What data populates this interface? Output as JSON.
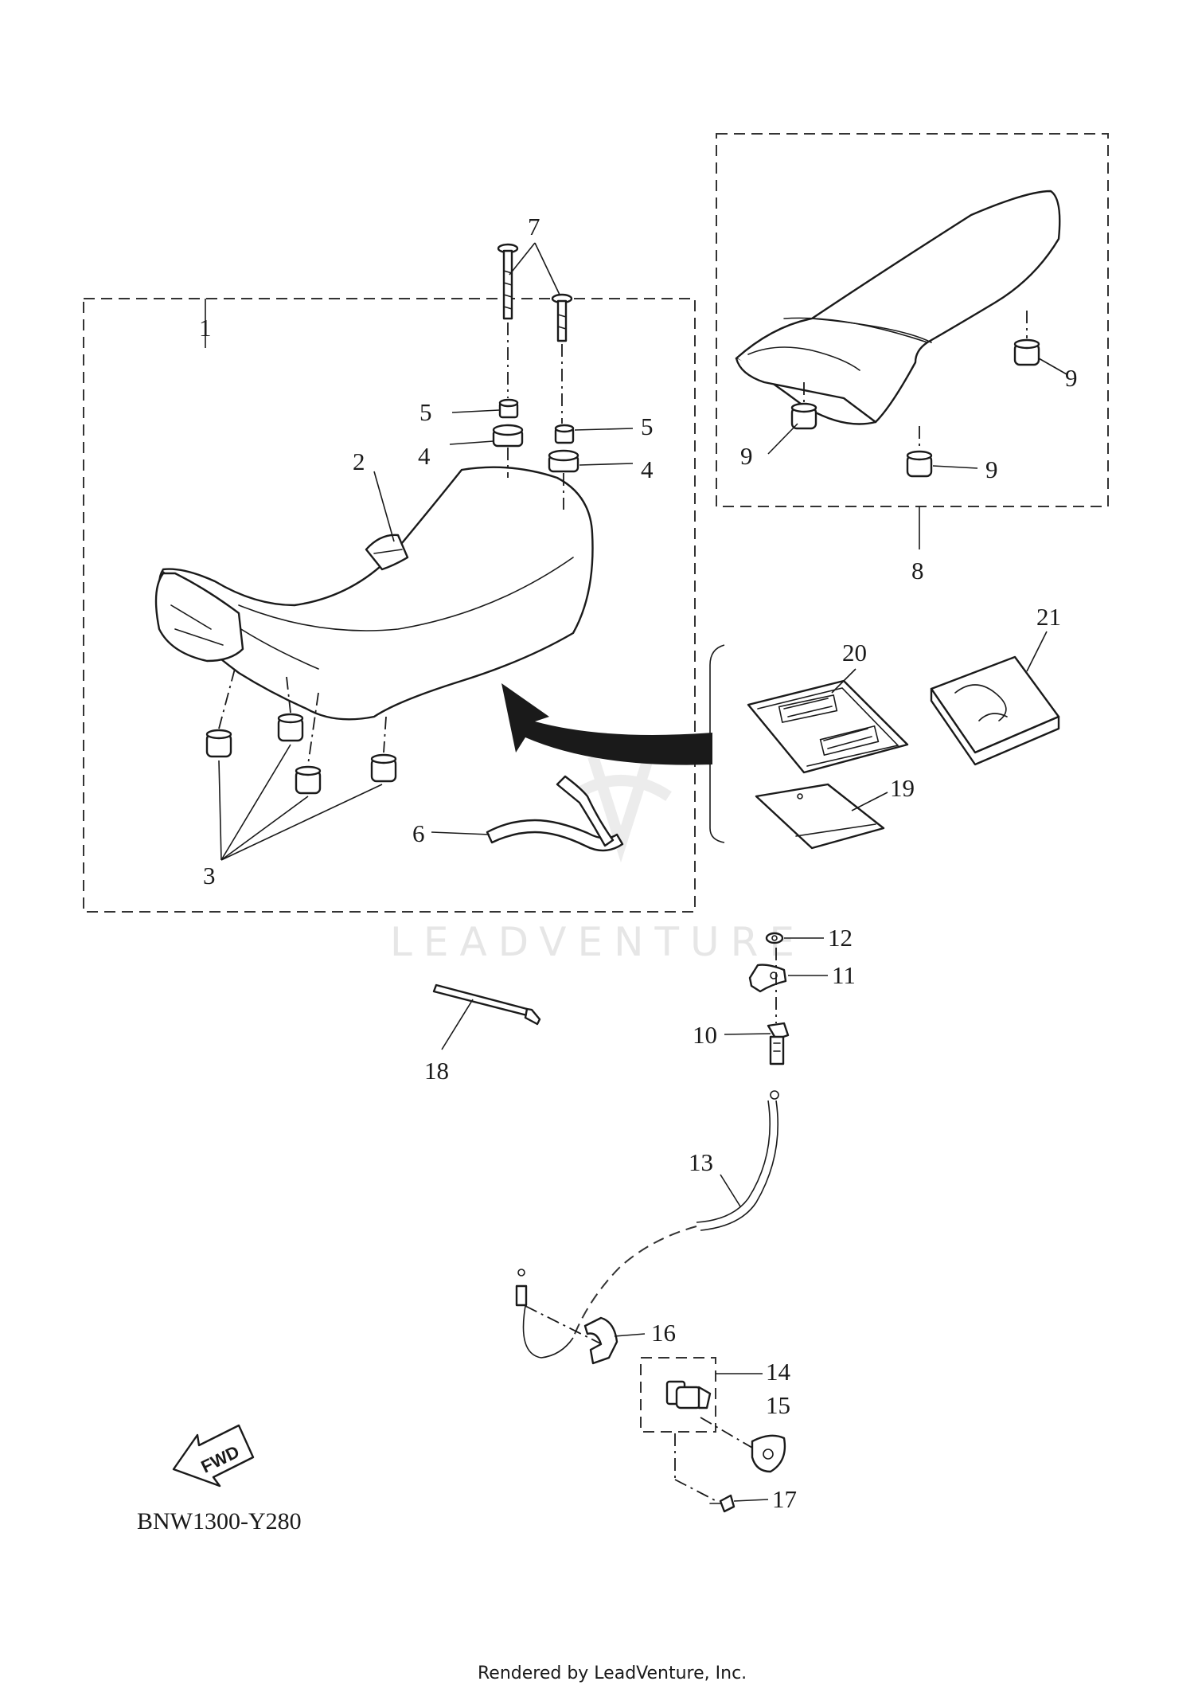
{
  "callouts": {
    "c1": "1",
    "c2": "2",
    "c3": "3",
    "c4a": "4",
    "c4b": "4",
    "c5a": "5",
    "c5b": "5",
    "c6": "6",
    "c7": "7",
    "c8": "8",
    "c9a": "9",
    "c9b": "9",
    "c9c": "9",
    "c10": "10",
    "c11": "11",
    "c12": "12",
    "c13": "13",
    "c14": "14",
    "c15": "15",
    "c16": "16",
    "c17": "17",
    "c18": "18",
    "c19": "19",
    "c20": "20",
    "c21": "21"
  },
  "watermark": "LEADVENTURE",
  "fwd_label": "FWD",
  "diagram_code": "BNW1300-Y280",
  "footer": "Rendered by LeadVenture, Inc."
}
